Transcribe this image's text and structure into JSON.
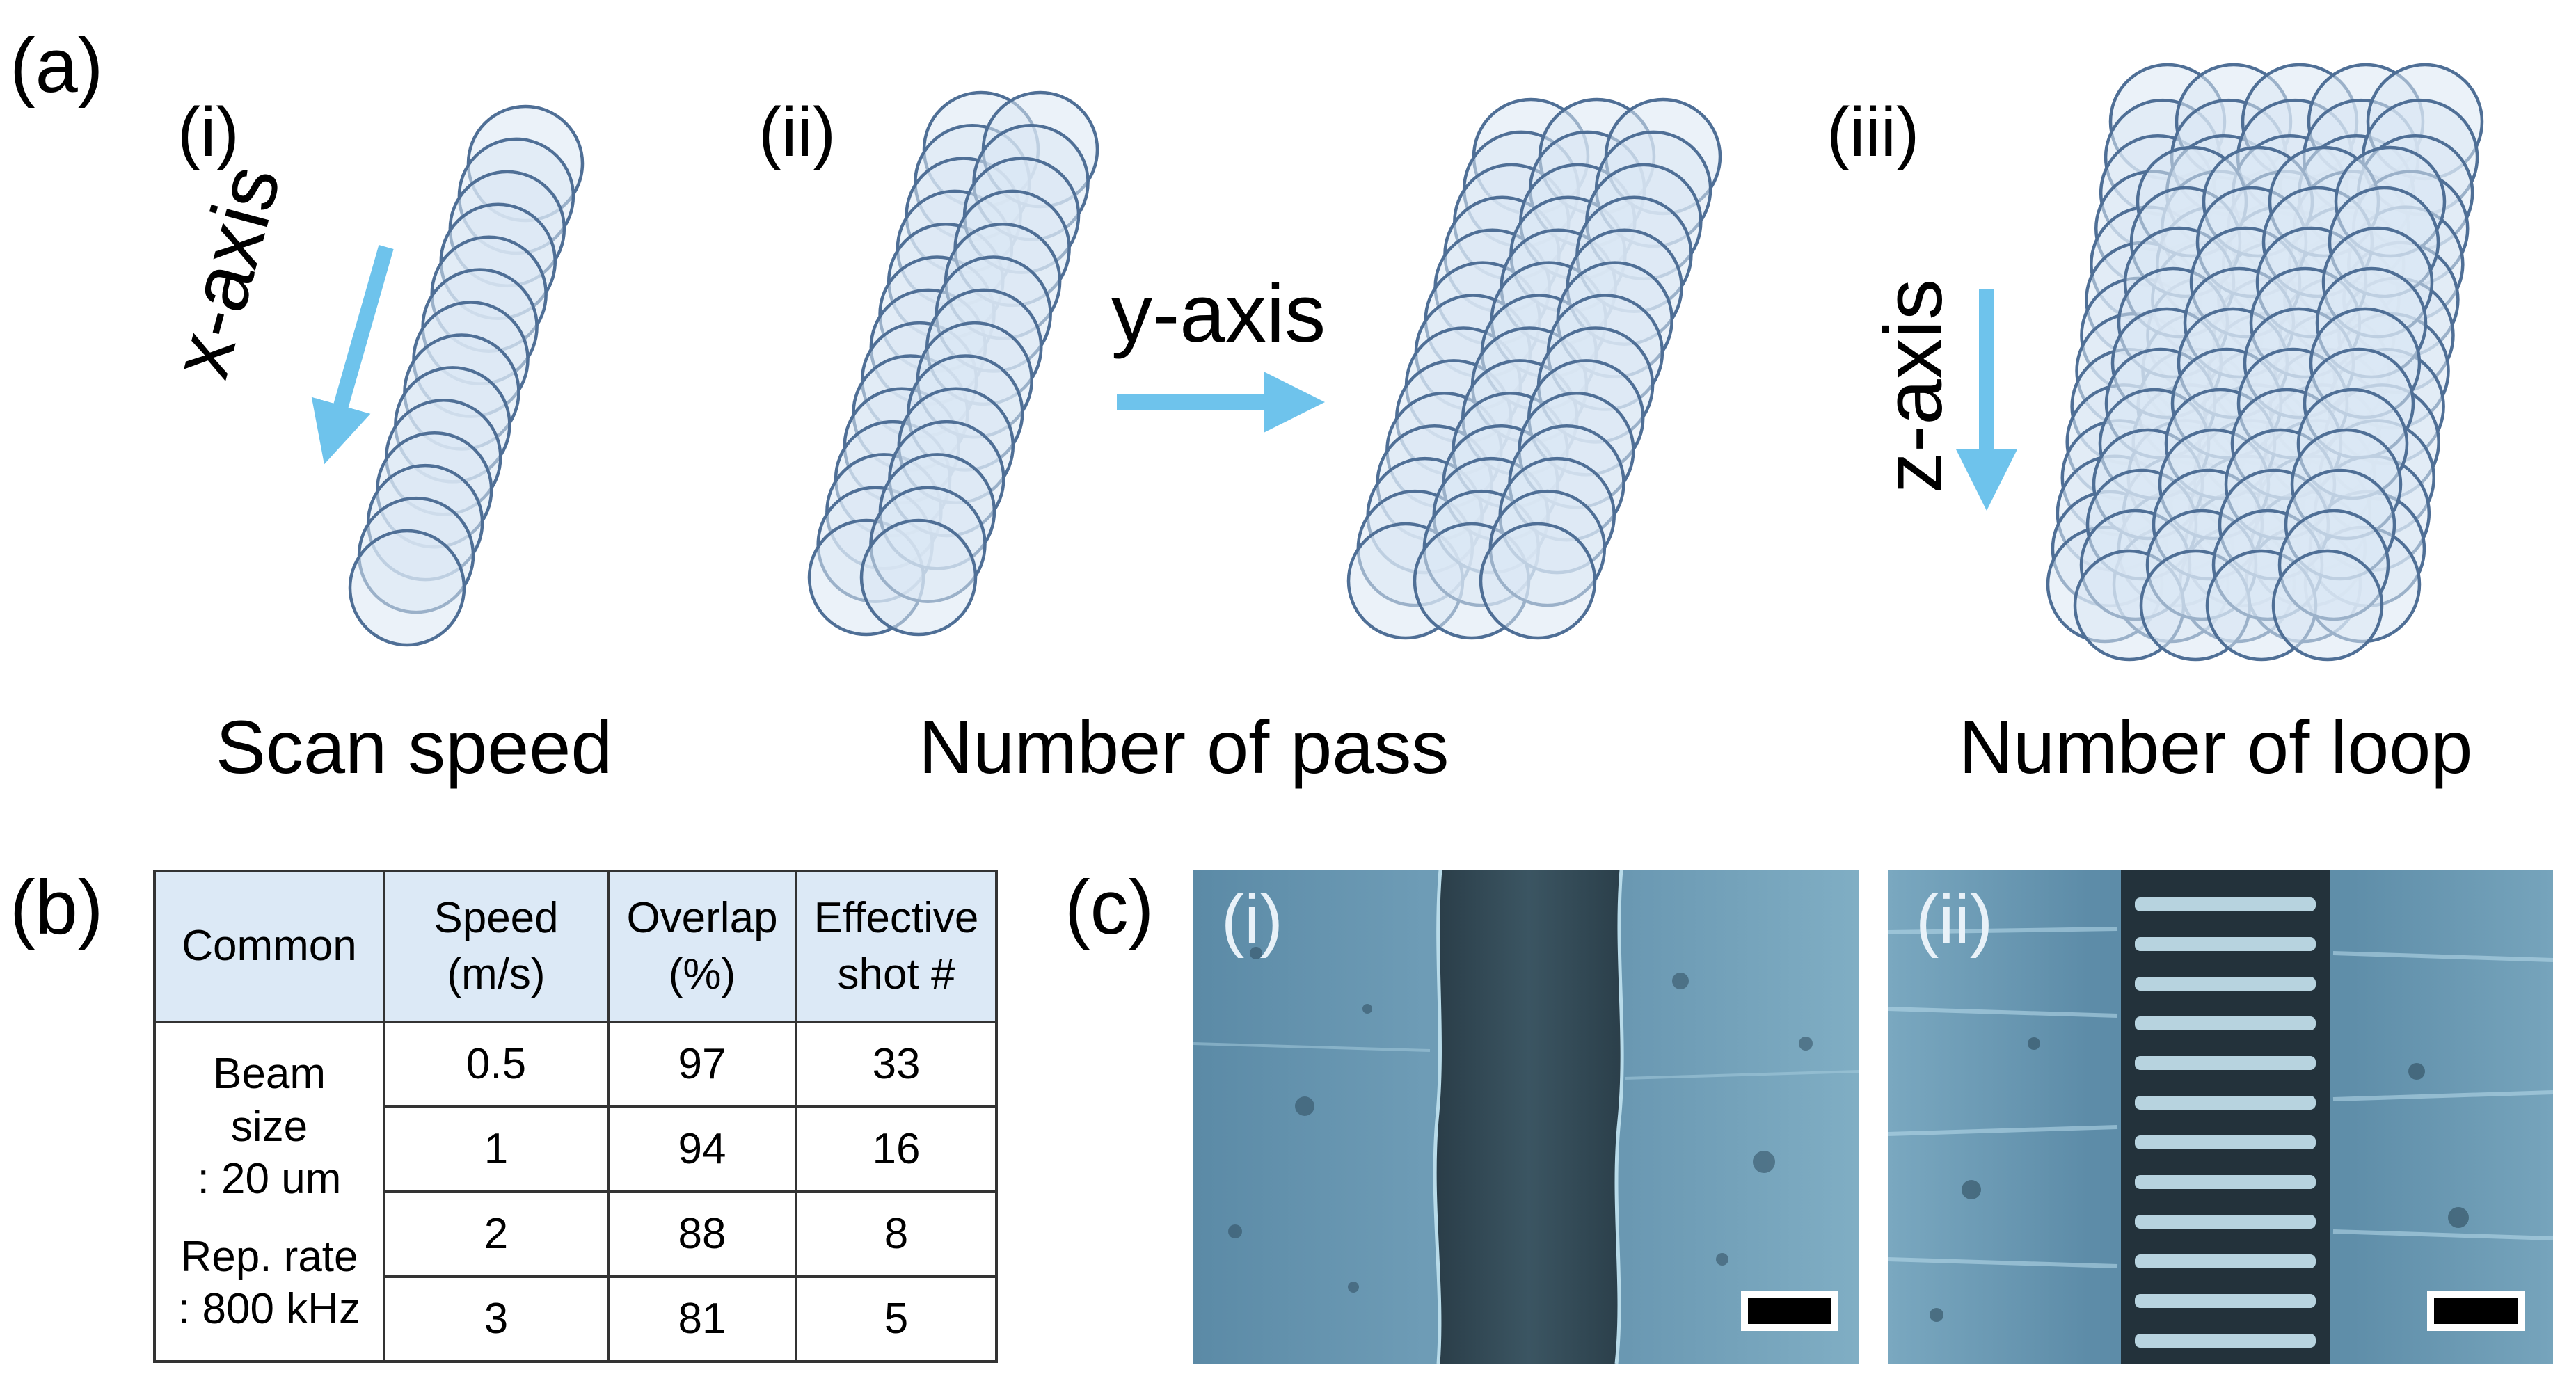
{
  "panel_a": {
    "label": "(a)",
    "sub_labels": [
      "(i)",
      "(ii)",
      "(iii)"
    ],
    "axis_labels": {
      "x": "x-axis",
      "y": "y-axis",
      "z": "z-axis"
    },
    "captions": [
      "Scan speed",
      "Number of pass",
      "Number of loop"
    ],
    "colors": {
      "circle_fill": "#dbe7f4",
      "circle_stroke": "#4f6f96",
      "arrow": "#6ec3ec"
    }
  },
  "panel_b": {
    "label": "(b)",
    "headers": [
      "Common",
      "Speed\n(m/s)",
      "Overlap\n(%)",
      "Effective\nshot #"
    ],
    "common_lines": [
      "Beam",
      "size",
      ": 20 um",
      "Rep. rate",
      ": 800 kHz"
    ],
    "rows": [
      [
        "0.5",
        "97",
        "33"
      ],
      [
        "1",
        "94",
        "16"
      ],
      [
        "2",
        "88",
        "8"
      ],
      [
        "3",
        "81",
        "5"
      ]
    ],
    "colors": {
      "header_bg": "#dce9f6"
    }
  },
  "panel_c": {
    "label": "(c)",
    "images": [
      {
        "tag": "(i)",
        "icon": "microscope-image-wide-channel"
      },
      {
        "tag": "(ii)",
        "icon": "microscope-image-ladder-channel"
      }
    ]
  }
}
